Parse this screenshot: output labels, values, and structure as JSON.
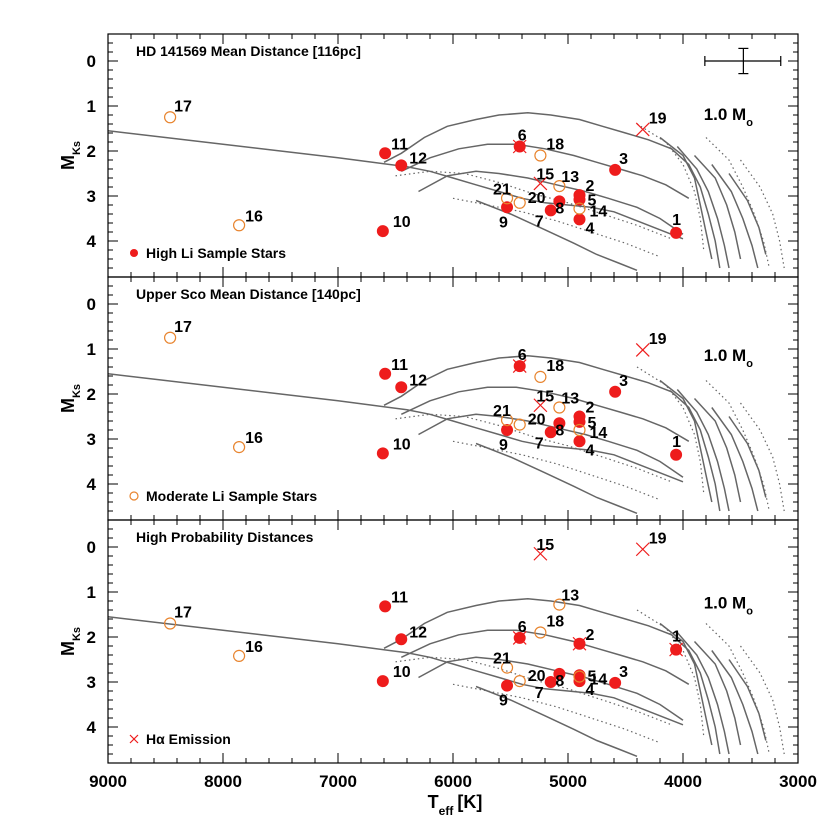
{
  "colors": {
    "fill_red": "#ee1c1c",
    "open_orange": "#e8842e",
    "track_gray": "#666666",
    "axis": "#000000"
  },
  "figure": {
    "x_axis_label": "T",
    "x_axis_label_sub": "eff",
    "x_axis_label_unit": "[K]",
    "y_axis_label": "M",
    "y_axis_label_sub": "Ks",
    "track_mass_label": "1.0 M",
    "track_mass_label_sub": "o",
    "x_ticks": [
      "9000",
      "8000",
      "7000",
      "6000",
      "5000",
      "4000",
      "3000"
    ],
    "y_ticks": [
      "0",
      "1",
      "2",
      "3",
      "4"
    ]
  },
  "chart_data": [
    {
      "type": "scatter",
      "title": "HD 141569 Mean Distance [116pc]",
      "legend": {
        "marker": "filled-circle",
        "label": "High Li Sample Stars",
        "placement": "bottom-left"
      },
      "error_bar_shown": true,
      "xlim": [
        9000,
        3000
      ],
      "ylim": [
        4.8,
        -0.6
      ],
      "xlabel": "T_eff [K]",
      "ylabel": "M_Ks",
      "points": [
        {
          "label": "1",
          "teff": 4060,
          "mk": 3.82,
          "marker": "filled"
        },
        {
          "label": "2",
          "teff": 4900,
          "mk": 2.98,
          "marker": "filled"
        },
        {
          "label": "3",
          "teff": 4590,
          "mk": 2.42,
          "marker": "filled"
        },
        {
          "label": "4",
          "teff": 4900,
          "mk": 3.52,
          "marker": "filled"
        },
        {
          "label": "5",
          "teff": 4900,
          "mk": 3.08,
          "marker": "filled"
        },
        {
          "label": "6",
          "teff": 5420,
          "mk": 1.9,
          "marker": "filled-x"
        },
        {
          "label": "7",
          "teff": 5150,
          "mk": 3.32,
          "marker": "filled"
        },
        {
          "label": "8",
          "teff": 5075,
          "mk": 3.12,
          "marker": "filled"
        },
        {
          "label": "9",
          "teff": 5530,
          "mk": 3.25,
          "marker": "filled"
        },
        {
          "label": "10",
          "teff": 6610,
          "mk": 3.78,
          "marker": "filled"
        },
        {
          "label": "11",
          "teff": 6590,
          "mk": 2.05,
          "marker": "filled"
        },
        {
          "label": "12",
          "teff": 6450,
          "mk": 2.32,
          "marker": "filled"
        },
        {
          "label": "13",
          "teff": 5075,
          "mk": 2.78,
          "marker": "open"
        },
        {
          "label": "14",
          "teff": 4900,
          "mk": 3.28,
          "marker": "open"
        },
        {
          "label": "15",
          "teff": 5240,
          "mk": 2.72,
          "marker": "x"
        },
        {
          "label": "16",
          "teff": 7860,
          "mk": 3.65,
          "marker": "open"
        },
        {
          "label": "17",
          "teff": 8460,
          "mk": 1.25,
          "marker": "open"
        },
        {
          "label": "18",
          "teff": 5240,
          "mk": 2.1,
          "marker": "open"
        },
        {
          "label": "19",
          "teff": 4350,
          "mk": 1.52,
          "marker": "x"
        },
        {
          "label": "20",
          "teff": 5420,
          "mk": 3.15,
          "marker": "open"
        },
        {
          "label": "21",
          "teff": 5530,
          "mk": 3.05,
          "marker": "open"
        }
      ]
    },
    {
      "type": "scatter",
      "title": "Upper Sco Mean Distance [140pc]",
      "legend": {
        "marker": "open-circle",
        "label": "Moderate Li Sample Stars",
        "placement": "bottom-left"
      },
      "xlim": [
        9000,
        3000
      ],
      "ylim": [
        4.8,
        -0.6
      ],
      "xlabel": "T_eff [K]",
      "ylabel": "M_Ks",
      "points": [
        {
          "label": "1",
          "teff": 4060,
          "mk": 3.35,
          "marker": "filled"
        },
        {
          "label": "2",
          "teff": 4900,
          "mk": 2.5,
          "marker": "filled"
        },
        {
          "label": "3",
          "teff": 4590,
          "mk": 1.95,
          "marker": "filled"
        },
        {
          "label": "4",
          "teff": 4900,
          "mk": 3.05,
          "marker": "filled"
        },
        {
          "label": "5",
          "teff": 4900,
          "mk": 2.62,
          "marker": "filled"
        },
        {
          "label": "6",
          "teff": 5420,
          "mk": 1.38,
          "marker": "filled-x"
        },
        {
          "label": "7",
          "teff": 5150,
          "mk": 2.85,
          "marker": "filled"
        },
        {
          "label": "8",
          "teff": 5075,
          "mk": 2.65,
          "marker": "filled"
        },
        {
          "label": "9",
          "teff": 5530,
          "mk": 2.8,
          "marker": "filled"
        },
        {
          "label": "10",
          "teff": 6610,
          "mk": 3.32,
          "marker": "filled"
        },
        {
          "label": "11",
          "teff": 6590,
          "mk": 1.55,
          "marker": "filled"
        },
        {
          "label": "12",
          "teff": 6450,
          "mk": 1.85,
          "marker": "filled"
        },
        {
          "label": "13",
          "teff": 5075,
          "mk": 2.3,
          "marker": "open"
        },
        {
          "label": "14",
          "teff": 4900,
          "mk": 2.8,
          "marker": "open"
        },
        {
          "label": "15",
          "teff": 5240,
          "mk": 2.25,
          "marker": "x"
        },
        {
          "label": "16",
          "teff": 7860,
          "mk": 3.18,
          "marker": "open"
        },
        {
          "label": "17",
          "teff": 8460,
          "mk": 0.75,
          "marker": "open"
        },
        {
          "label": "18",
          "teff": 5240,
          "mk": 1.62,
          "marker": "open"
        },
        {
          "label": "19",
          "teff": 4350,
          "mk": 1.02,
          "marker": "x"
        },
        {
          "label": "20",
          "teff": 5420,
          "mk": 2.68,
          "marker": "open"
        },
        {
          "label": "21",
          "teff": 5530,
          "mk": 2.58,
          "marker": "open"
        }
      ]
    },
    {
      "type": "scatter",
      "title": "High Probability Distances",
      "legend": {
        "marker": "x",
        "label": "Hα Emission",
        "placement": "bottom-left"
      },
      "xlim": [
        9000,
        3000
      ],
      "ylim": [
        4.8,
        -0.6
      ],
      "xlabel": "T_eff [K]",
      "ylabel": "M_Ks",
      "points": [
        {
          "label": "1",
          "teff": 4060,
          "mk": 2.28,
          "marker": "filled-x"
        },
        {
          "label": "2",
          "teff": 4900,
          "mk": 2.15,
          "marker": "filled-x"
        },
        {
          "label": "3",
          "teff": 4590,
          "mk": 3.02,
          "marker": "filled"
        },
        {
          "label": "4",
          "teff": 4900,
          "mk": 2.98,
          "marker": "filled"
        },
        {
          "label": "5",
          "teff": 4900,
          "mk": 2.85,
          "marker": "filled"
        },
        {
          "label": "6",
          "teff": 5420,
          "mk": 2.02,
          "marker": "filled-x"
        },
        {
          "label": "7",
          "teff": 5150,
          "mk": 3.0,
          "marker": "filled"
        },
        {
          "label": "8",
          "teff": 5075,
          "mk": 2.82,
          "marker": "filled"
        },
        {
          "label": "9",
          "teff": 5530,
          "mk": 3.08,
          "marker": "filled"
        },
        {
          "label": "10",
          "teff": 6610,
          "mk": 2.98,
          "marker": "filled"
        },
        {
          "label": "11",
          "teff": 6590,
          "mk": 1.32,
          "marker": "filled"
        },
        {
          "label": "12",
          "teff": 6450,
          "mk": 2.05,
          "marker": "filled"
        },
        {
          "label": "13",
          "teff": 5075,
          "mk": 1.28,
          "marker": "open"
        },
        {
          "label": "14",
          "teff": 4900,
          "mk": 2.88,
          "marker": "open"
        },
        {
          "label": "15",
          "teff": 5240,
          "mk": 0.15,
          "marker": "x"
        },
        {
          "label": "16",
          "teff": 7860,
          "mk": 2.42,
          "marker": "open"
        },
        {
          "label": "17",
          "teff": 8460,
          "mk": 1.7,
          "marker": "open"
        },
        {
          "label": "18",
          "teff": 5240,
          "mk": 1.9,
          "marker": "open"
        },
        {
          "label": "19",
          "teff": 4350,
          "mk": 0.05,
          "marker": "x"
        },
        {
          "label": "20",
          "teff": 5420,
          "mk": 2.98,
          "marker": "open"
        },
        {
          "label": "21",
          "teff": 5530,
          "mk": 2.68,
          "marker": "open"
        }
      ]
    }
  ]
}
